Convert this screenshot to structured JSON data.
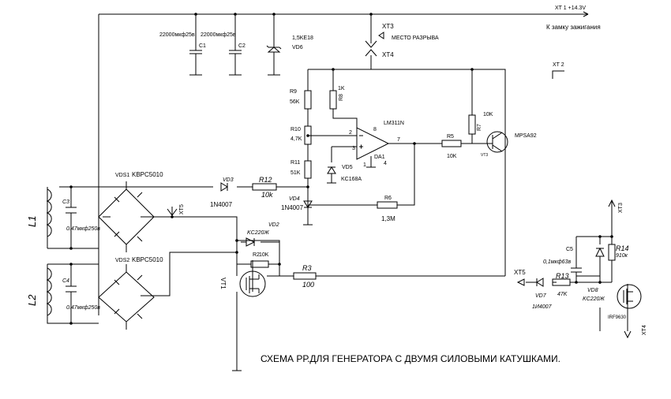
{
  "title": "СХЕМА РР.ДЛЯ ГЕНЕРАТОРА С ДВУМЯ СИЛОВЫМИ КАТУШКАМИ.",
  "terminals": {
    "xt1": "XT 1  +14.3V",
    "ignition": "К замку зажигания",
    "xt2": "XT  2",
    "xt3": "XT3",
    "xt4": "XT4",
    "break_point": "МЕСТО РАЗРЫВА",
    "xt5": "XT5",
    "xt5_right": "XT5",
    "xt3_right": "XT3",
    "xt4_right": "XT4"
  },
  "components": {
    "c1_value": "22000мкф25в",
    "c1": "C1",
    "c2_value": "22000мкф25в",
    "c2": "C2",
    "vd6_type": "1,5KE18",
    "vd6": "VD6",
    "r9": "R9",
    "r9_value": "56K",
    "r8": "R8",
    "r8_value": "1K",
    "r10": "R10",
    "r10_value": "4,7K",
    "r11": "R11",
    "r11_value": "51K",
    "vd5": "VD5",
    "vd5_type": "KC168A",
    "opamp_type": "LM311N",
    "opamp": "DA1",
    "pin8": "8",
    "pin2": "2",
    "pin3": "3",
    "pin7": "7",
    "pin1": "1",
    "pin4": "4",
    "r5": "R5",
    "r5_value": "10K",
    "r7": "R7",
    "r7_value": "10K",
    "q_type": "MPSA92",
    "q_ref": "VT3",
    "r6": "R6",
    "r6_value": "1,3M",
    "vd4": "VD4",
    "vd4_type": "1N4007",
    "vd3": "VD3",
    "vd3_type": "1N4007",
    "r12": "R12",
    "r12_value": "10k",
    "vds1": "VDS1",
    "vds1_type": "KBPC5010",
    "vds2": "VDS2",
    "vds2_type": "KBPC5010",
    "l1": "L1",
    "l2": "L2",
    "c3": "C3",
    "c3_value": "0.47мкф250в",
    "c4": "C4",
    "c4_value": "0.47мкф250в",
    "vd2": "VD2",
    "vd2_type": "KC220Ж",
    "r2": "R2",
    "r2_value": "10K",
    "vt1": "VT1",
    "r3": "R3",
    "r3_value": "100",
    "c5": "C5",
    "c5_value": "0,1мкф63в",
    "r14": "R14",
    "r14_value": "910к",
    "r13": "R13",
    "r13_value": "47K",
    "vd7": "VD7",
    "vd7_type": "1И4007",
    "vd8": "VD8",
    "vd8_type": "KC220Ж",
    "fet2_type": "IRF9630"
  },
  "colors": {
    "ink": "#000000",
    "background": "#ffffff"
  }
}
